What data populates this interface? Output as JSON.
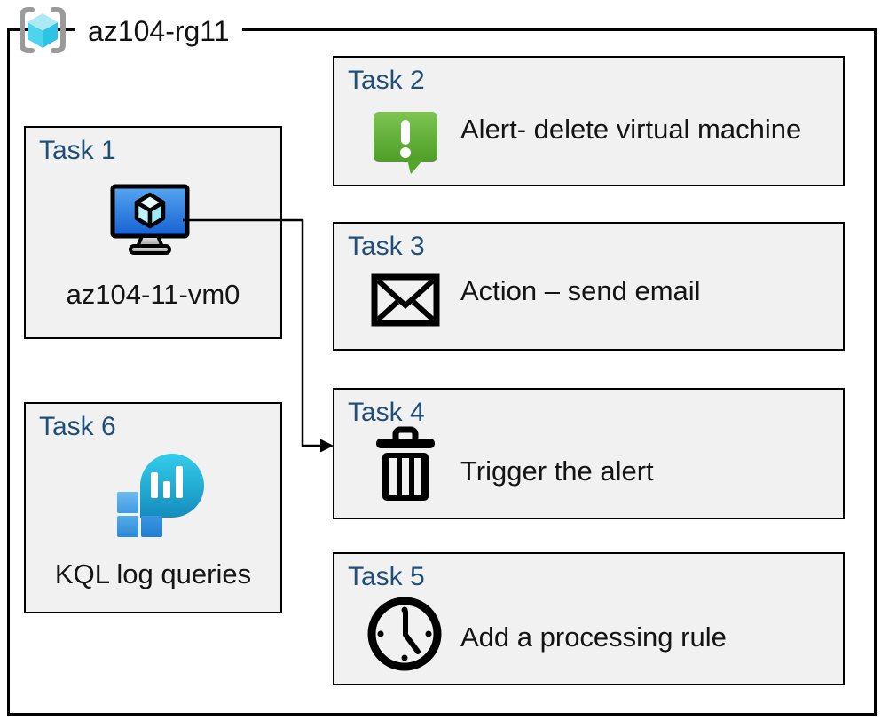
{
  "resource_group": {
    "name": "az104-rg11",
    "icon": "resource-group-icon"
  },
  "tasks": [
    {
      "label": "Task 1",
      "icon": "virtual-machine-icon",
      "text": "az104-11-vm0"
    },
    {
      "label": "Task 2",
      "icon": "alert-icon",
      "text": "Alert- delete virtual machine"
    },
    {
      "label": "Task 3",
      "icon": "email-icon",
      "text": "Action – send email"
    },
    {
      "label": "Task 4",
      "icon": "trash-icon",
      "text": "Trigger the alert"
    },
    {
      "label": "Task 5",
      "icon": "clock-icon",
      "text": "Add a processing rule"
    },
    {
      "label": "Task 6",
      "icon": "log-analytics-icon",
      "text": "KQL log queries"
    }
  ],
  "connector": {
    "from": "Task 1",
    "to": "Task 4"
  },
  "colors": {
    "task_label": "#1f4e79",
    "card_background": "#f1f1f1",
    "border": "#000000",
    "alert_green": "#5fad32",
    "vm_screen_blue": "#2b7de0",
    "log_cyan": "#22b0d8",
    "bracket_gray": "#9a9a9a"
  }
}
